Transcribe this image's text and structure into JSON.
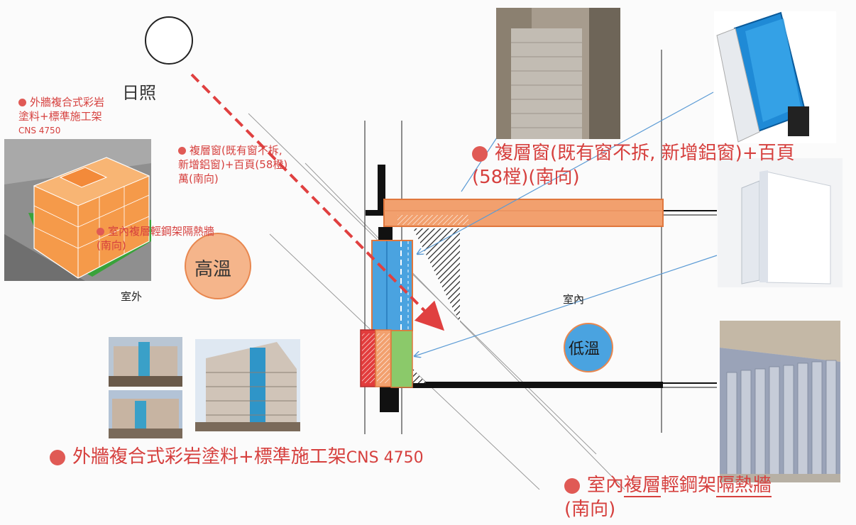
{
  "sun_label": "日照",
  "outdoor_label": "室外",
  "indoor_label": "室內",
  "high_temp": "高溫",
  "low_temp": "低溫",
  "small_labels": {
    "exterior_line1": "外牆複合式彩岩",
    "exterior_line2": "塗料+標準施工架",
    "exterior_line3": "CNS 4750",
    "window_line1": "複層窗(既有窗不拆,",
    "window_line2": "新增鋁窗)+百頁(58橙)",
    "window_line3": "萬(南向)",
    "wall_line1": "室內複層輕鋼架隔熱牆",
    "wall_line2": "(南向)"
  },
  "large_labels": {
    "window_line1": "複層窗(既有窗不拆, 新增鋁窗)+百頁",
    "window_line2": "(58樘)(南向)",
    "exterior": "外牆複合式彩岩塗料+標準施工架",
    "exterior_cns": "CNS 4750",
    "wall_line1_a": "室內",
    "wall_line1_b": "複層",
    "wall_line1_c": "輕鋼架",
    "wall_line1_d": "隔熱牆",
    "wall_line2": "(南向)"
  },
  "colors": {
    "accent_red": "#d6403e",
    "orange": "#f0a070",
    "blue": "#4aa3e0",
    "green": "#8bc96a"
  }
}
